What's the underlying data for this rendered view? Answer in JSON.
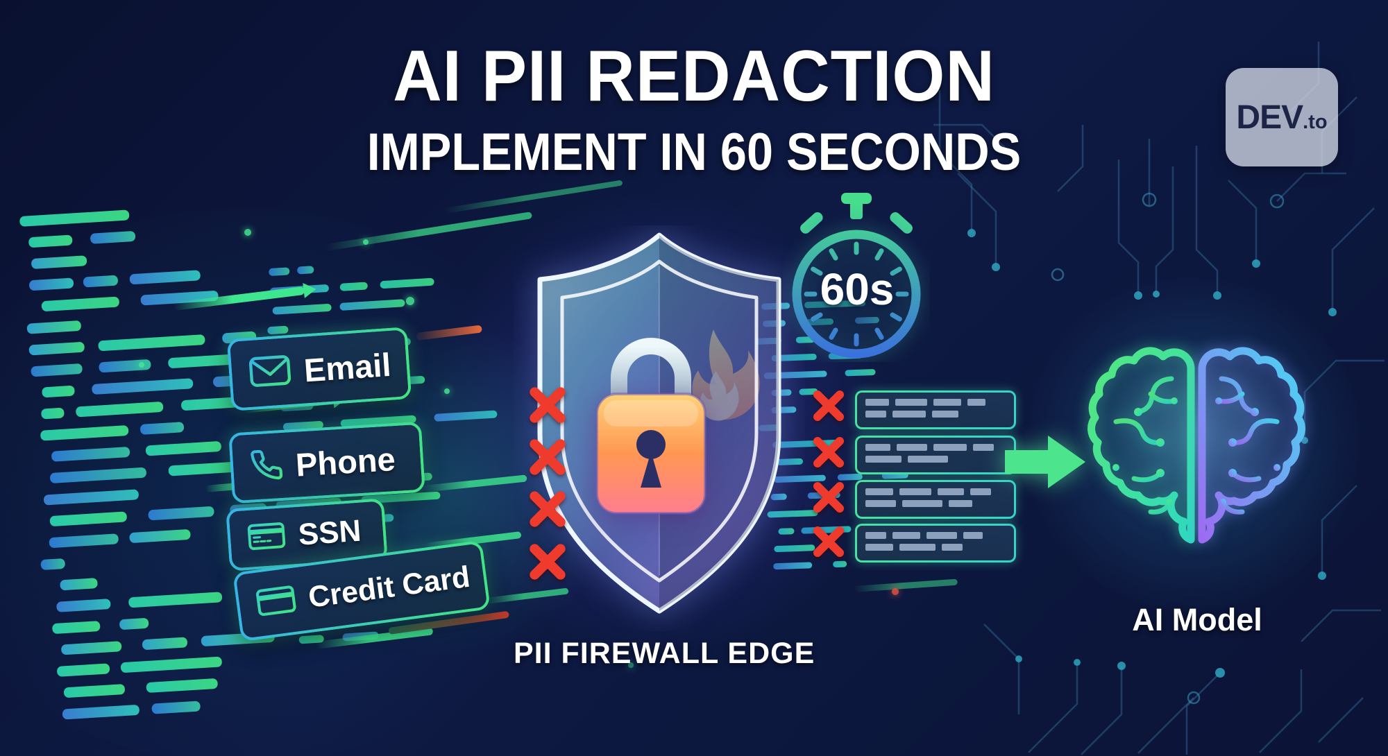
{
  "header": {
    "title": "AI PII REDACTION",
    "subtitle": "IMPLEMENT IN 60 SECONDS"
  },
  "brand": {
    "name": "DEV",
    "suffix": ".to"
  },
  "inputs": {
    "items": [
      {
        "label": "Email",
        "icon": "envelope-icon"
      },
      {
        "label": "Phone",
        "icon": "phone-icon"
      },
      {
        "label": "SSN",
        "icon": "id-card-icon"
      },
      {
        "label": "Credit Card",
        "icon": "credit-card-icon"
      }
    ]
  },
  "timer": {
    "value": "60s"
  },
  "shield": {
    "caption": "PII FIREWALL EDGE"
  },
  "output": {
    "label": "AI Model"
  },
  "colors": {
    "background": "#0e1a44",
    "accent_green": "#3ee68f",
    "accent_blue": "#3b82d8",
    "accent_red": "#ef3b2d",
    "lock_orange": "#ff9753",
    "brain_purple": "#9d6bf2"
  }
}
